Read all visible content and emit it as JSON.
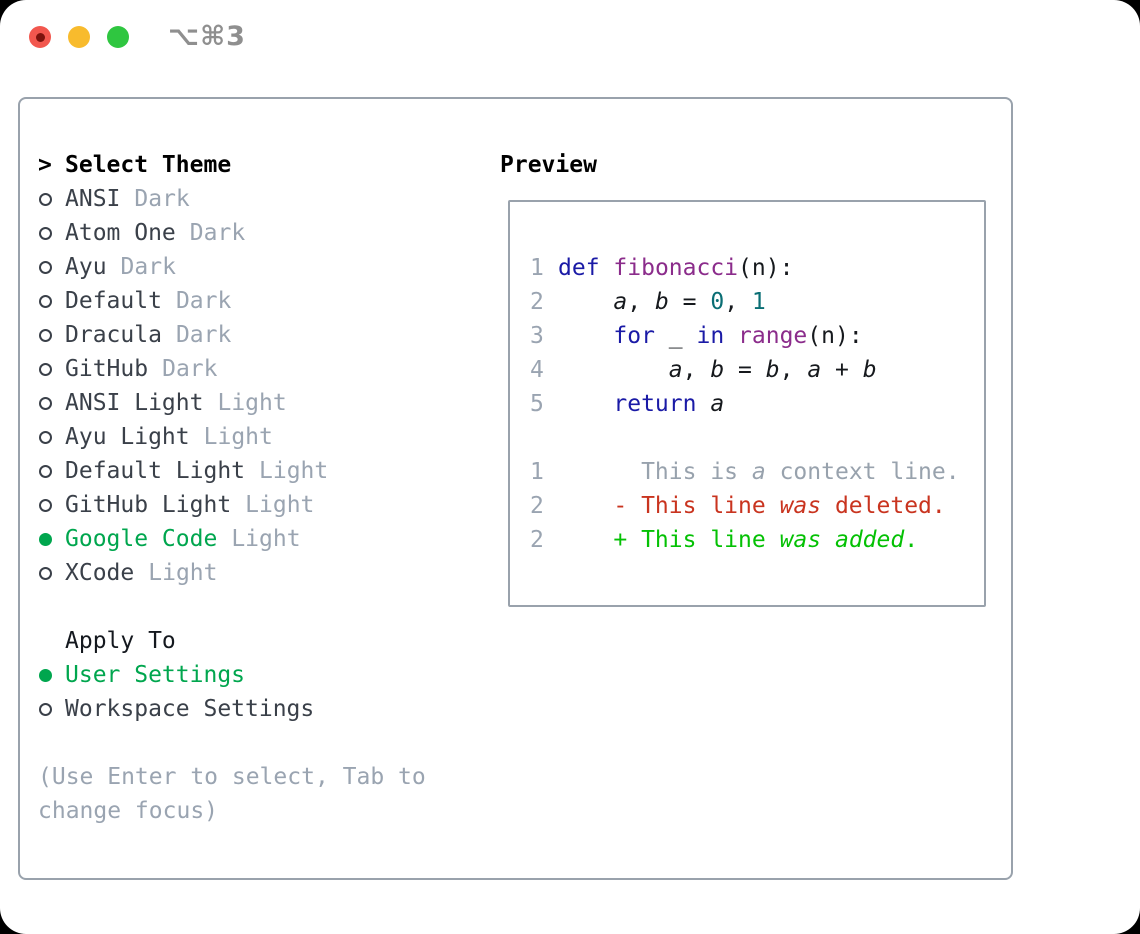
{
  "window": {
    "title": "⌥⌘3",
    "traffic_lights": [
      "close",
      "minimize",
      "zoom"
    ]
  },
  "colors": {
    "accent_green": "#00a64e",
    "diff_added": "#04c104",
    "diff_removed": "#c9341f",
    "context_gray": "#98a2ad",
    "muted_gray": "#9aa4b1",
    "panel_border": "#99a2ac",
    "syntax_keyword": "#1a1aa6",
    "syntax_function": "#8b2c8b",
    "syntax_number": "#0a6e74",
    "traffic_red": "#f2574e",
    "traffic_yellow": "#f8bb2d",
    "traffic_green": "#2fc640"
  },
  "theme_selector": {
    "header": {
      "marker": ">",
      "label": "Select Theme"
    },
    "themes": [
      {
        "name": "ANSI",
        "variant": "Dark",
        "selected": false
      },
      {
        "name": "Atom One",
        "variant": "Dark",
        "selected": false
      },
      {
        "name": "Ayu",
        "variant": "Dark",
        "selected": false
      },
      {
        "name": "Default",
        "variant": "Dark",
        "selected": false
      },
      {
        "name": "Dracula",
        "variant": "Dark",
        "selected": false
      },
      {
        "name": "GitHub",
        "variant": "Dark",
        "selected": false
      },
      {
        "name": "ANSI Light",
        "variant": "Light",
        "selected": false
      },
      {
        "name": "Ayu Light",
        "variant": "Light",
        "selected": false
      },
      {
        "name": "Default Light",
        "variant": "Light",
        "selected": false
      },
      {
        "name": "GitHub Light",
        "variant": "Light",
        "selected": false
      },
      {
        "name": "Google Code",
        "variant": "Light",
        "selected": true
      },
      {
        "name": "XCode",
        "variant": "Light",
        "selected": false
      }
    ],
    "apply_to": {
      "label": "Apply To",
      "options": [
        {
          "name": "User Settings",
          "selected": true
        },
        {
          "name": "Workspace Settings",
          "selected": false
        }
      ]
    },
    "help_text": "(Use Enter to select, Tab to change focus)"
  },
  "preview": {
    "label": "Preview",
    "code_lines": [
      {
        "num": "1",
        "tokens": [
          {
            "t": "def",
            "c": "kw"
          },
          {
            "t": " "
          },
          {
            "t": "fibonacci",
            "c": "fn"
          },
          {
            "t": "(n):"
          }
        ]
      },
      {
        "num": "2",
        "tokens": [
          {
            "t": "    "
          },
          {
            "t": "a",
            "c": "var"
          },
          {
            "t": ", "
          },
          {
            "t": "b",
            "c": "var"
          },
          {
            "t": " = "
          },
          {
            "t": "0",
            "c": "num"
          },
          {
            "t": ", "
          },
          {
            "t": "1",
            "c": "num"
          }
        ]
      },
      {
        "num": "3",
        "tokens": [
          {
            "t": "    "
          },
          {
            "t": "for",
            "c": "kw"
          },
          {
            "t": " _ "
          },
          {
            "t": "in",
            "c": "kw"
          },
          {
            "t": " "
          },
          {
            "t": "range",
            "c": "fn"
          },
          {
            "t": "(n):"
          }
        ]
      },
      {
        "num": "4",
        "tokens": [
          {
            "t": "        "
          },
          {
            "t": "a",
            "c": "var"
          },
          {
            "t": ", "
          },
          {
            "t": "b",
            "c": "var"
          },
          {
            "t": " = "
          },
          {
            "t": "b",
            "c": "var"
          },
          {
            "t": ", "
          },
          {
            "t": "a",
            "c": "var"
          },
          {
            "t": " + "
          },
          {
            "t": "b",
            "c": "var"
          }
        ]
      },
      {
        "num": "5",
        "tokens": [
          {
            "t": "    "
          },
          {
            "t": "return",
            "c": "kw"
          },
          {
            "t": " "
          },
          {
            "t": "a",
            "c": "var"
          }
        ]
      }
    ],
    "diff_lines": [
      {
        "num": "1",
        "kind": "ctx",
        "tokens": [
          {
            "t": "      This is "
          },
          {
            "t": "a",
            "i": true
          },
          {
            "t": " context line."
          }
        ]
      },
      {
        "num": "2",
        "kind": "del",
        "tokens": [
          {
            "t": "    - This line "
          },
          {
            "t": "was",
            "i": true
          },
          {
            "t": " deleted."
          }
        ]
      },
      {
        "num": "2",
        "kind": "add",
        "tokens": [
          {
            "t": "    + This line "
          },
          {
            "t": "was",
            "i": true
          },
          {
            "t": " "
          },
          {
            "t": "added",
            "i": true
          },
          {
            "t": "."
          }
        ]
      }
    ]
  }
}
